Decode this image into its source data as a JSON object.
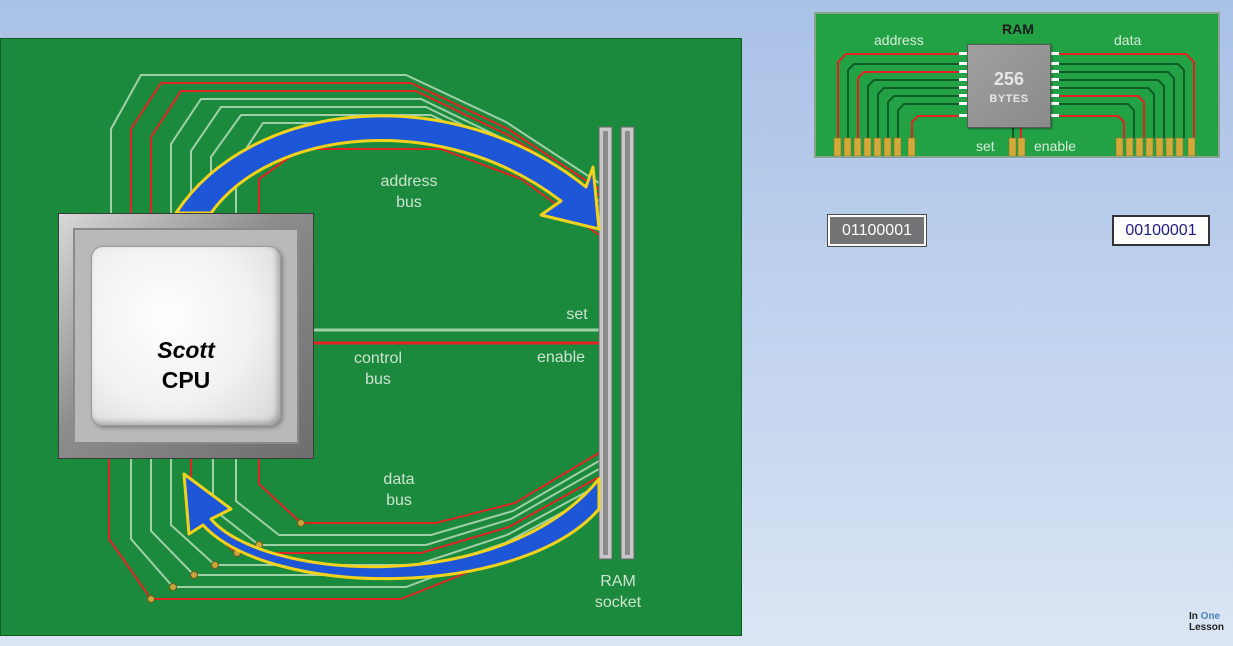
{
  "board": {
    "cpu": {
      "name": "Scott",
      "type": "CPU"
    },
    "labels": {
      "address_bus": [
        "address",
        "bus"
      ],
      "control_bus": [
        "control",
        "bus"
      ],
      "data_bus": [
        "data",
        "bus"
      ],
      "set": "set",
      "enable": "enable",
      "ram_socket": [
        "RAM",
        "socket"
      ]
    }
  },
  "ram_card": {
    "title": "RAM",
    "address_label": "address",
    "data_label": "data",
    "chip": {
      "size": "256",
      "unit": "BYTES"
    },
    "set_label": "set",
    "enable_label": "enable"
  },
  "registers": {
    "address_value": "01100001",
    "data_value": "00100001"
  },
  "brand": {
    "line1_a": "In ",
    "line1_b": "One",
    "line2": "Lesson"
  },
  "colors": {
    "board_green": "#1c8a3c",
    "trace_green": "#a6d4ad",
    "trace_red": "#e02424",
    "arrow_blue": "#1d56d6",
    "arrow_outline": "#f2d21c"
  }
}
